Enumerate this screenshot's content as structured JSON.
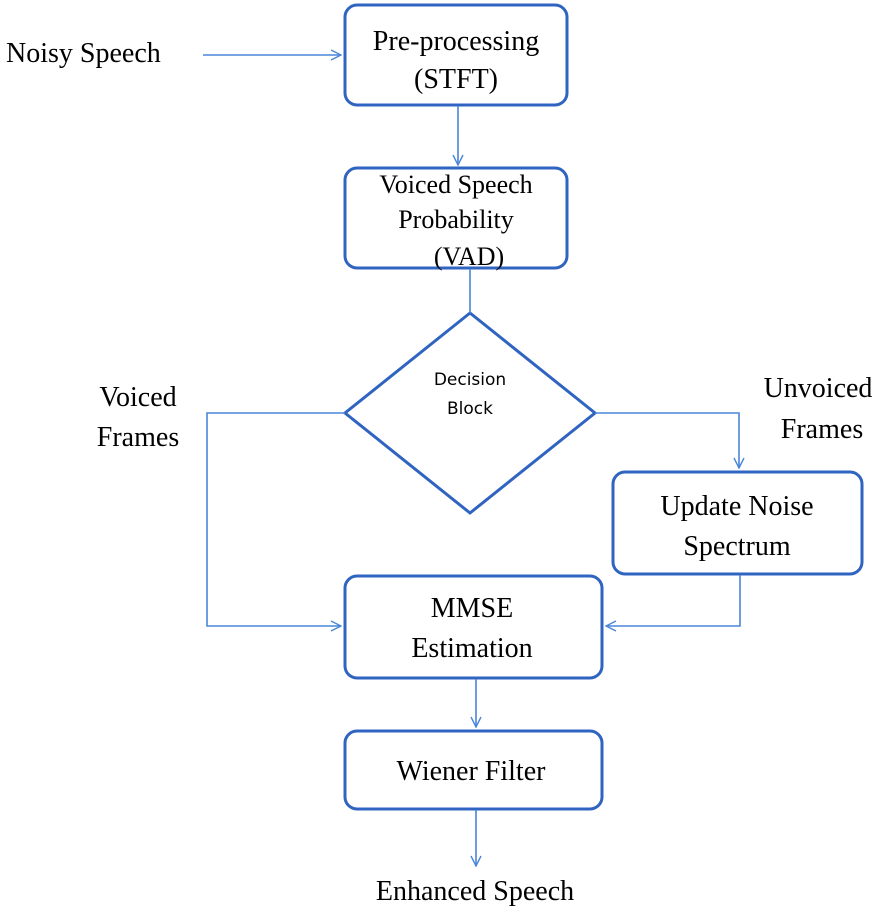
{
  "colors": {
    "stroke": "#2f64c0",
    "connector": "#4a86d8",
    "text": "#000000"
  },
  "inputs": {
    "noisy_speech": "Noisy Speech"
  },
  "blocks": {
    "preprocessing": {
      "line1": "Pre-processing",
      "line2": "(STFT)"
    },
    "vad": {
      "line1": "Voiced Speech",
      "line2": "Probability",
      "line3": "(VAD)"
    },
    "decision": {
      "line1": "Decision",
      "line2": "Block"
    },
    "update_noise": {
      "line1": "Update Noise",
      "line2": "Spectrum"
    },
    "mmse": {
      "line1": "MMSE",
      "line2": "Estimation"
    },
    "wiener": {
      "line1": "Wiener Filter"
    }
  },
  "branches": {
    "voiced": {
      "line1": "Voiced",
      "line2": "Frames"
    },
    "unvoiced": {
      "line1": "Unvoiced",
      "line2": "Frames"
    }
  },
  "outputs": {
    "enhanced_speech": "Enhanced Speech"
  }
}
